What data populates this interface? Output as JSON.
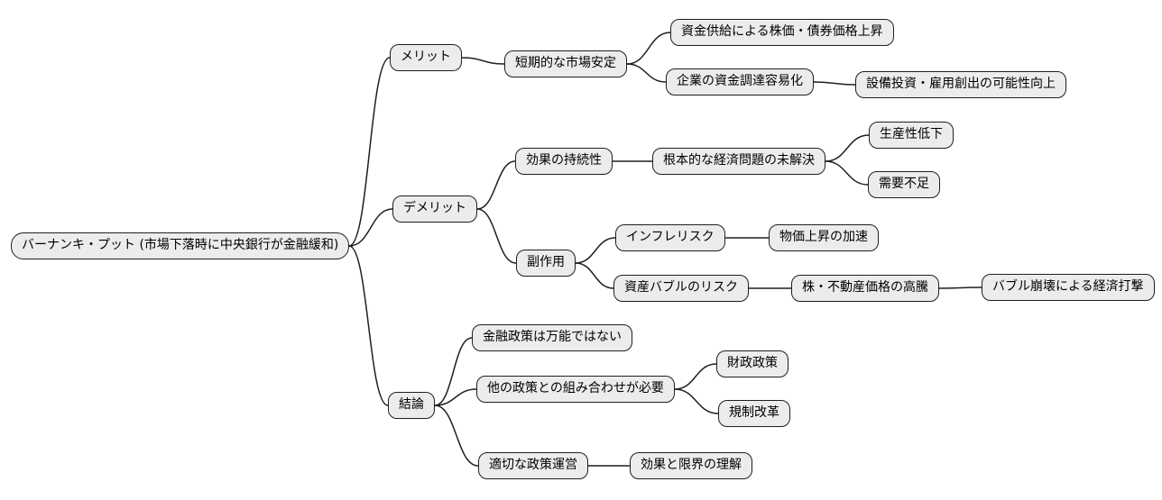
{
  "diagram": {
    "type": "mindmap",
    "orientation": "left-to-right",
    "colors": {
      "background": "#ffffff",
      "node_fill": "#ececec",
      "node_border": "#1f1f1f",
      "link": "#1f1f1f",
      "text": "#000000"
    },
    "nodes": [
      {
        "id": "root",
        "parent": null,
        "label": "バーナンキ・プット (市場下落時に中央銀行が金融緩和)"
      },
      {
        "id": "merit",
        "parent": "root",
        "label": "メリット"
      },
      {
        "id": "short-term-stability",
        "parent": "merit",
        "label": "短期的な市場安定"
      },
      {
        "id": "fund-supply-price-rise",
        "parent": "short-term-stability",
        "label": "資金供給による株価・債券価格上昇"
      },
      {
        "id": "corporate-financing",
        "parent": "short-term-stability",
        "label": "企業の資金調達容易化"
      },
      {
        "id": "capex-employment",
        "parent": "corporate-financing",
        "label": "設備投資・雇用創出の可能性向上"
      },
      {
        "id": "demerit",
        "parent": "root",
        "label": "デメリット"
      },
      {
        "id": "effect-persistence",
        "parent": "demerit",
        "label": "効果の持続性"
      },
      {
        "id": "fundamental-problems",
        "parent": "effect-persistence",
        "label": "根本的な経済問題の未解決"
      },
      {
        "id": "productivity-decline",
        "parent": "fundamental-problems",
        "label": "生産性低下"
      },
      {
        "id": "demand-shortage",
        "parent": "fundamental-problems",
        "label": "需要不足"
      },
      {
        "id": "side-effects",
        "parent": "demerit",
        "label": "副作用"
      },
      {
        "id": "inflation-risk",
        "parent": "side-effects",
        "label": "インフレリスク"
      },
      {
        "id": "price-rise-acceleration",
        "parent": "inflation-risk",
        "label": "物価上昇の加速"
      },
      {
        "id": "asset-bubble-risk",
        "parent": "side-effects",
        "label": "資産バブルのリスク"
      },
      {
        "id": "stock-realestate-surge",
        "parent": "asset-bubble-risk",
        "label": "株・不動産価格の高騰"
      },
      {
        "id": "bubble-burst-damage",
        "parent": "stock-realestate-surge",
        "label": "バブル崩壊による経済打撃"
      },
      {
        "id": "conclusion",
        "parent": "root",
        "label": "結論"
      },
      {
        "id": "not-almighty",
        "parent": "conclusion",
        "label": "金融政策は万能ではない"
      },
      {
        "id": "policy-combination",
        "parent": "conclusion",
        "label": "他の政策との組み合わせが必要"
      },
      {
        "id": "fiscal-policy",
        "parent": "policy-combination",
        "label": "財政政策"
      },
      {
        "id": "regulatory-reform",
        "parent": "policy-combination",
        "label": "規制改革"
      },
      {
        "id": "proper-policy-management",
        "parent": "conclusion",
        "label": "適切な政策運営"
      },
      {
        "id": "understanding-effects-limits",
        "parent": "proper-policy-management",
        "label": "効果と限界の理解"
      }
    ]
  }
}
